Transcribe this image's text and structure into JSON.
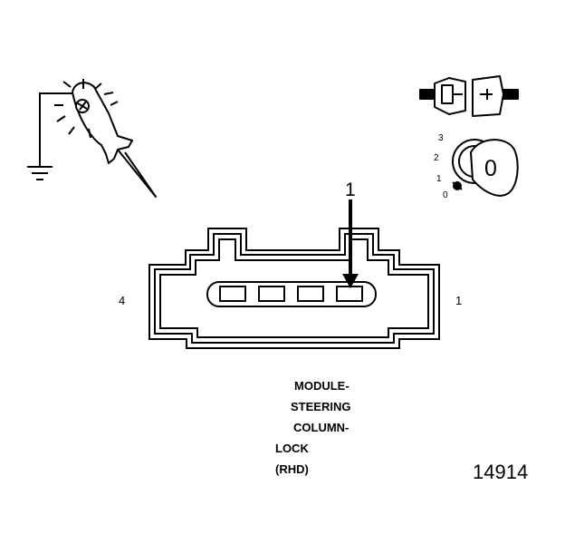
{
  "figure_number": "14914",
  "callout_number": "1",
  "connector": {
    "left_pin_label": "4",
    "right_pin_label": "1",
    "cavity_count": 4,
    "highlighted_cavity": 1
  },
  "component_label": {
    "line1": "MODULE-",
    "line2": "STEERING",
    "line3": "COLUMN-",
    "line4": "LOCK",
    "line5": "(RHD)"
  },
  "ignition": {
    "key_label": "0",
    "pos3": "3",
    "pos2": "2",
    "pos1": "1",
    "pos0": "0"
  },
  "icons": {
    "test_probe": "test-light-probe-icon",
    "ground": "ground-symbol-icon",
    "disconnect": "connector-disconnected-icon",
    "key": "ignition-key-icon"
  }
}
